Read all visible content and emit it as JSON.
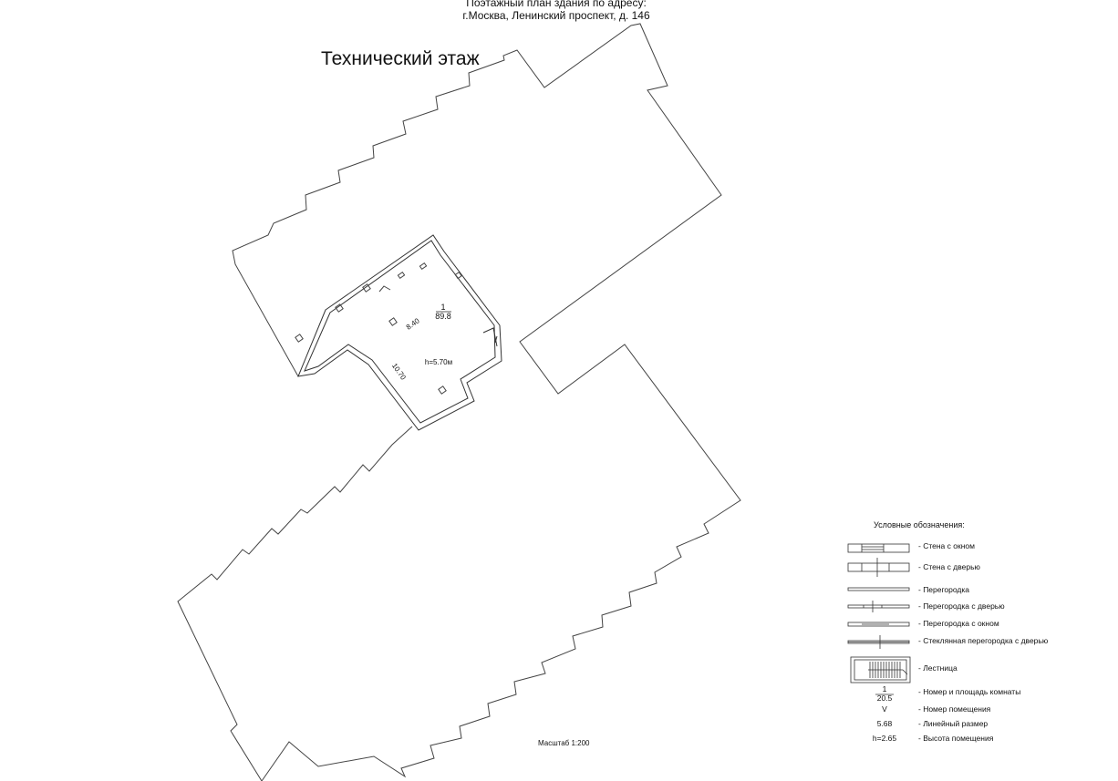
{
  "header": {
    "line1": "Поэтажный план здания по адресу:",
    "line2": "г.Москва, Ленинский проспект, д. 146"
  },
  "floor_title": "Технический этаж",
  "room": {
    "number": "1",
    "area": "89.8",
    "width": "8.40",
    "length": "10.70",
    "height": "h=5.70м"
  },
  "scale": "Масштаб 1:200",
  "legend": {
    "title": "Условные обозначения:",
    "items": [
      {
        "label": "- Стена с окном",
        "icon": "wall-with-window-symbol"
      },
      {
        "label": "- Стена с дверью",
        "icon": "wall-with-door-symbol"
      },
      {
        "label": "- Перегородка",
        "icon": "partition-symbol"
      },
      {
        "label": "- Перегородка с дверью",
        "icon": "partition-with-door-symbol"
      },
      {
        "label": "- Перегородка с окном",
        "icon": "partition-with-window-symbol"
      },
      {
        "label": "- Стеклянная перегородка с дверью",
        "icon": "glass-partition-with-door-symbol"
      },
      {
        "label": "- Лестница",
        "icon": "staircase-symbol"
      },
      {
        "label": "- Номер и площадь комнаты",
        "sample_top": "1",
        "sample_bottom": "20.5"
      },
      {
        "label": "- Номер помещения",
        "sample": "V"
      },
      {
        "label": "- Линейный размер",
        "sample": "5.68"
      },
      {
        "label": "- Высота помещения",
        "sample": "h=2.65"
      }
    ]
  }
}
